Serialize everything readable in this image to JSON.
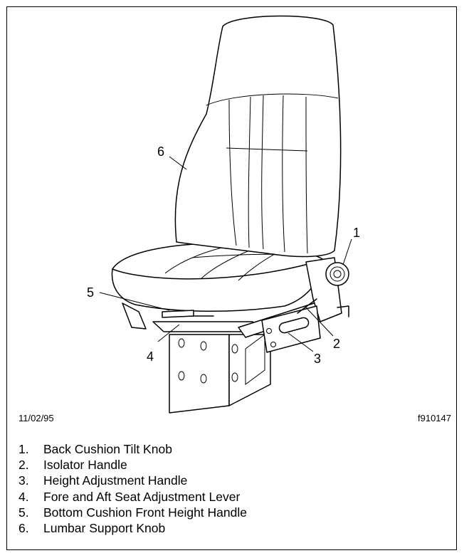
{
  "figure": {
    "date": "11/02/95",
    "figure_id": "f910147",
    "callouts": [
      "1",
      "2",
      "3",
      "4",
      "5",
      "6"
    ]
  },
  "legend": [
    {
      "num": "1.",
      "label": "Back Cushion Tilt Knob"
    },
    {
      "num": "2.",
      "label": "Isolator Handle"
    },
    {
      "num": "3.",
      "label": "Height Adjustment Handle"
    },
    {
      "num": "4.",
      "label": "Fore and Aft Seat Adjustment Lever"
    },
    {
      "num": "5.",
      "label": "Bottom Cushion Front Height Handle"
    },
    {
      "num": "6.",
      "label": "Lumbar Support Knob"
    }
  ]
}
